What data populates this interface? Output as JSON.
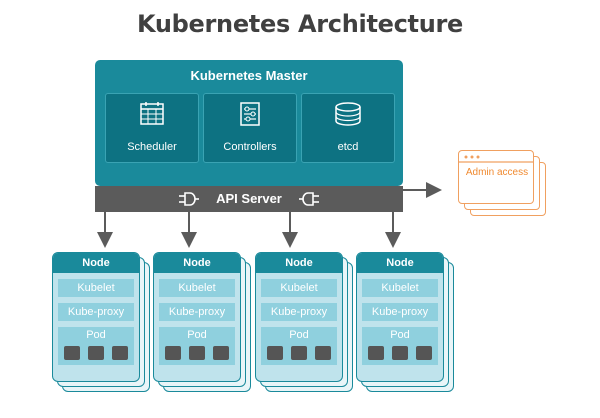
{
  "title": "Kubernetes Architecture",
  "master": {
    "title": "Kubernetes Master",
    "components": [
      {
        "label": "Scheduler",
        "icon": "calendar-icon"
      },
      {
        "label": "Controllers",
        "icon": "sliders-icon"
      },
      {
        "label": "etcd",
        "icon": "database-icon"
      }
    ]
  },
  "api_server": {
    "label": "API Server"
  },
  "admin": {
    "label": "Admin access"
  },
  "nodes": [
    {
      "title": "Node",
      "kubelet": "Kubelet",
      "proxy": "Kube-proxy",
      "pod": "Pod"
    },
    {
      "title": "Node",
      "kubelet": "Kubelet",
      "proxy": "Kube-proxy",
      "pod": "Pod"
    },
    {
      "title": "Node",
      "kubelet": "Kubelet",
      "proxy": "Kube-proxy",
      "pod": "Pod"
    },
    {
      "title": "Node",
      "kubelet": "Kubelet",
      "proxy": "Kube-proxy",
      "pod": "Pod"
    }
  ],
  "colors": {
    "teal": "#1a8a9b",
    "dark_teal": "#0d7282",
    "gray": "#5b5b5b",
    "orange": "#f08a30",
    "light_teal": "#8fd0de"
  }
}
